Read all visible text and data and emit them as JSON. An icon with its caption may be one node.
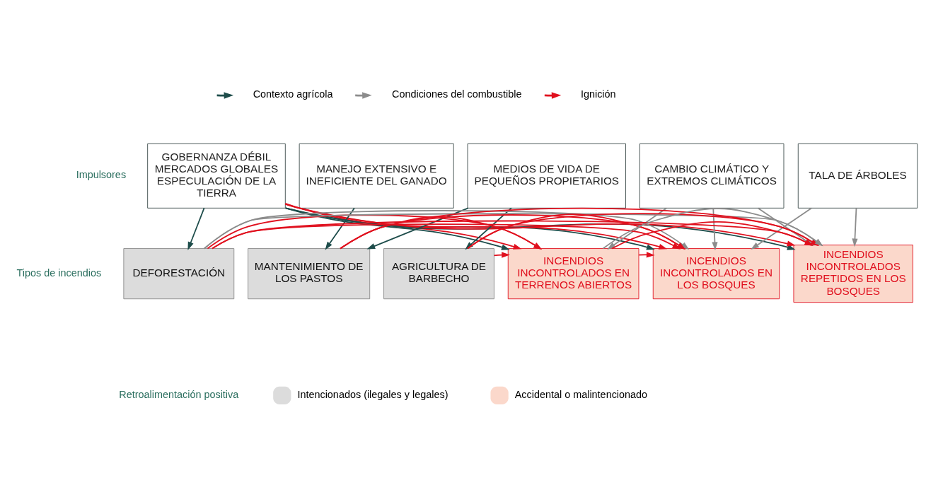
{
  "diagram": {
    "nodes": [
      {
        "text": [
          "GOBERNANZA DÉBIL",
          "MERCADOS GLOBALES",
          "ESPECULACIÓN DE LA TIERRA"
        ]
      },
      {
        "text": [
          "MANEJO EXTENSIVO E INEFICIENTE DEL GANADO"
        ]
      },
      {
        "text": [
          "MEDIOS DE VIDA DE PEQUEÑOS PROPIETARIOS"
        ]
      },
      {
        "text": [
          "CAMBIO CLIMÁTICO Y EXTREMOS CLIMÁTICOS"
        ]
      },
      {
        "text": [
          "TALA DE ÁRBOLES"
        ]
      },
      {
        "text": [
          "DEFORESTACIÓN"
        ]
      },
      {
        "text": [
          "MANTENIMIENTO DE LOS PASTOS"
        ]
      },
      {
        "text": [
          "AGRICULTURA DE BARBECHO"
        ]
      },
      {
        "text": [
          "INCENDIOS INCONTROLADOS EN TERRENOS ABIERTOS"
        ]
      },
      {
        "text": [
          "INCENDIOS INCONTROLADOS EN LOS BOSQUES"
        ]
      },
      {
        "text": [
          "INCENDIOS INCONTROLADOS REPETIDOS EN LOS BOSQUES"
        ]
      }
    ],
    "edges": [
      {
        "from": 0,
        "to": 5,
        "arrow": "to",
        "color": "#1e4d4b"
      },
      {
        "from": 1,
        "to": 6,
        "arrow": "to",
        "color": "#1e4d4b"
      },
      {
        "from": 2,
        "to": 6,
        "arrow": "to",
        "color": "#1e4d4b"
      },
      {
        "from": 2,
        "to": 7,
        "arrow": "to",
        "color": "#1e4d4b"
      },
      {
        "from": 0,
        "to": 8,
        "arrow": "to",
        "color": "#1e4d4b"
      },
      {
        "from": 0,
        "to": 9,
        "arrow": "to",
        "color": "#1e4d4b"
      },
      {
        "from": 0,
        "to": 10,
        "arrow": "to",
        "color": "#1e4d4b"
      },
      {
        "from": 0,
        "to": 8,
        "arrow": "to",
        "color": "#e0101e"
      },
      {
        "from": 0,
        "to": 9,
        "arrow": "to",
        "color": "#e0101e"
      },
      {
        "from": 0,
        "to": 10,
        "arrow": "to",
        "color": "#e0101e"
      },
      {
        "from": 3,
        "to": 8,
        "arrow": "to",
        "color": "#8c8c8c"
      },
      {
        "from": 3,
        "to": 9,
        "arrow": "to",
        "color": "#8c8c8c"
      },
      {
        "from": 3,
        "to": 10,
        "arrow": "to",
        "color": "#8c8c8c"
      },
      {
        "from": 4,
        "to": 9,
        "arrow": "to",
        "color": "#8c8c8c"
      },
      {
        "from": 4,
        "to": 10,
        "arrow": "to",
        "color": "#8c8c8c"
      },
      {
        "from": 5,
        "to": 8,
        "arrow": "to",
        "color": "#e0101e"
      },
      {
        "from": 5,
        "to": 9,
        "arrow": "to",
        "color": "#e0101e"
      },
      {
        "from": 5,
        "to": 10,
        "arrow": "to",
        "color": "#e0101e"
      },
      {
        "from": 6,
        "to": 8,
        "arrow": "to",
        "color": "#e0101e"
      },
      {
        "from": 6,
        "to": 9,
        "arrow": "to",
        "color": "#e0101e"
      },
      {
        "from": 6,
        "to": 10,
        "arrow": "to",
        "color": "#e0101e"
      },
      {
        "from": 7,
        "to": 8,
        "arrow": "to",
        "color": "#e0101e"
      },
      {
        "from": 7,
        "to": 9,
        "arrow": "to",
        "color": "#e0101e"
      },
      {
        "from": 7,
        "to": 10,
        "arrow": "to",
        "color": "#e0101e"
      },
      {
        "from": 8,
        "to": 9,
        "arrow": "to",
        "color": "#e0101e"
      },
      {
        "from": 8,
        "to": 10,
        "arrow": "to",
        "color": "#e0101e"
      },
      {
        "from": 8,
        "to": 10,
        "arrow": "to",
        "color": "#8c8c8c"
      },
      {
        "from": 5,
        "to": 9,
        "arrow": "to",
        "color": "#8c8c8c"
      },
      {
        "from": 5,
        "to": 10,
        "arrow": "to",
        "color": "#8c8c8c"
      }
    ],
    "labels": [
      "Impulsores",
      "Tipos de incendios",
      "Retroalimentación positiva"
    ],
    "legend": [
      {
        "text": "Contexto agrícola"
      },
      {
        "text": "Condiciones del combustible"
      },
      {
        "text": "Ignición"
      },
      {
        "text": "Intencionados (ilegales y legales)",
        "color": "#dcdcdc"
      },
      {
        "text": "Accidental o malintencionado",
        "color": "#fbd8cb"
      }
    ]
  }
}
